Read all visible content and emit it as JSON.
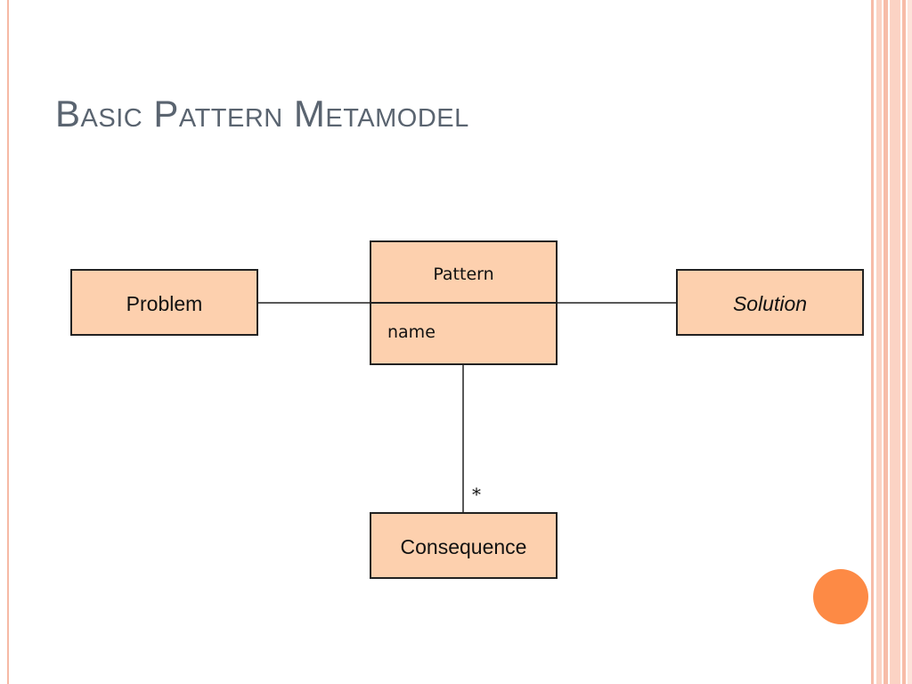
{
  "slide": {
    "title": "Basic Pattern Metamodel"
  },
  "diagram": {
    "classes": {
      "pattern": {
        "name": "Pattern",
        "attribute": "name"
      },
      "problem": {
        "name": "Problem"
      },
      "solution": {
        "name": "Solution",
        "abstract": true
      },
      "consequence": {
        "name": "Consequence"
      }
    },
    "associations": {
      "pattern_consequence_multiplicity": "*"
    }
  },
  "colors": {
    "box_fill": "#fdd0ae",
    "box_border": "#222222",
    "title": "#5a6470",
    "accent": "#fd8a45",
    "frame": "#f7bca8"
  }
}
